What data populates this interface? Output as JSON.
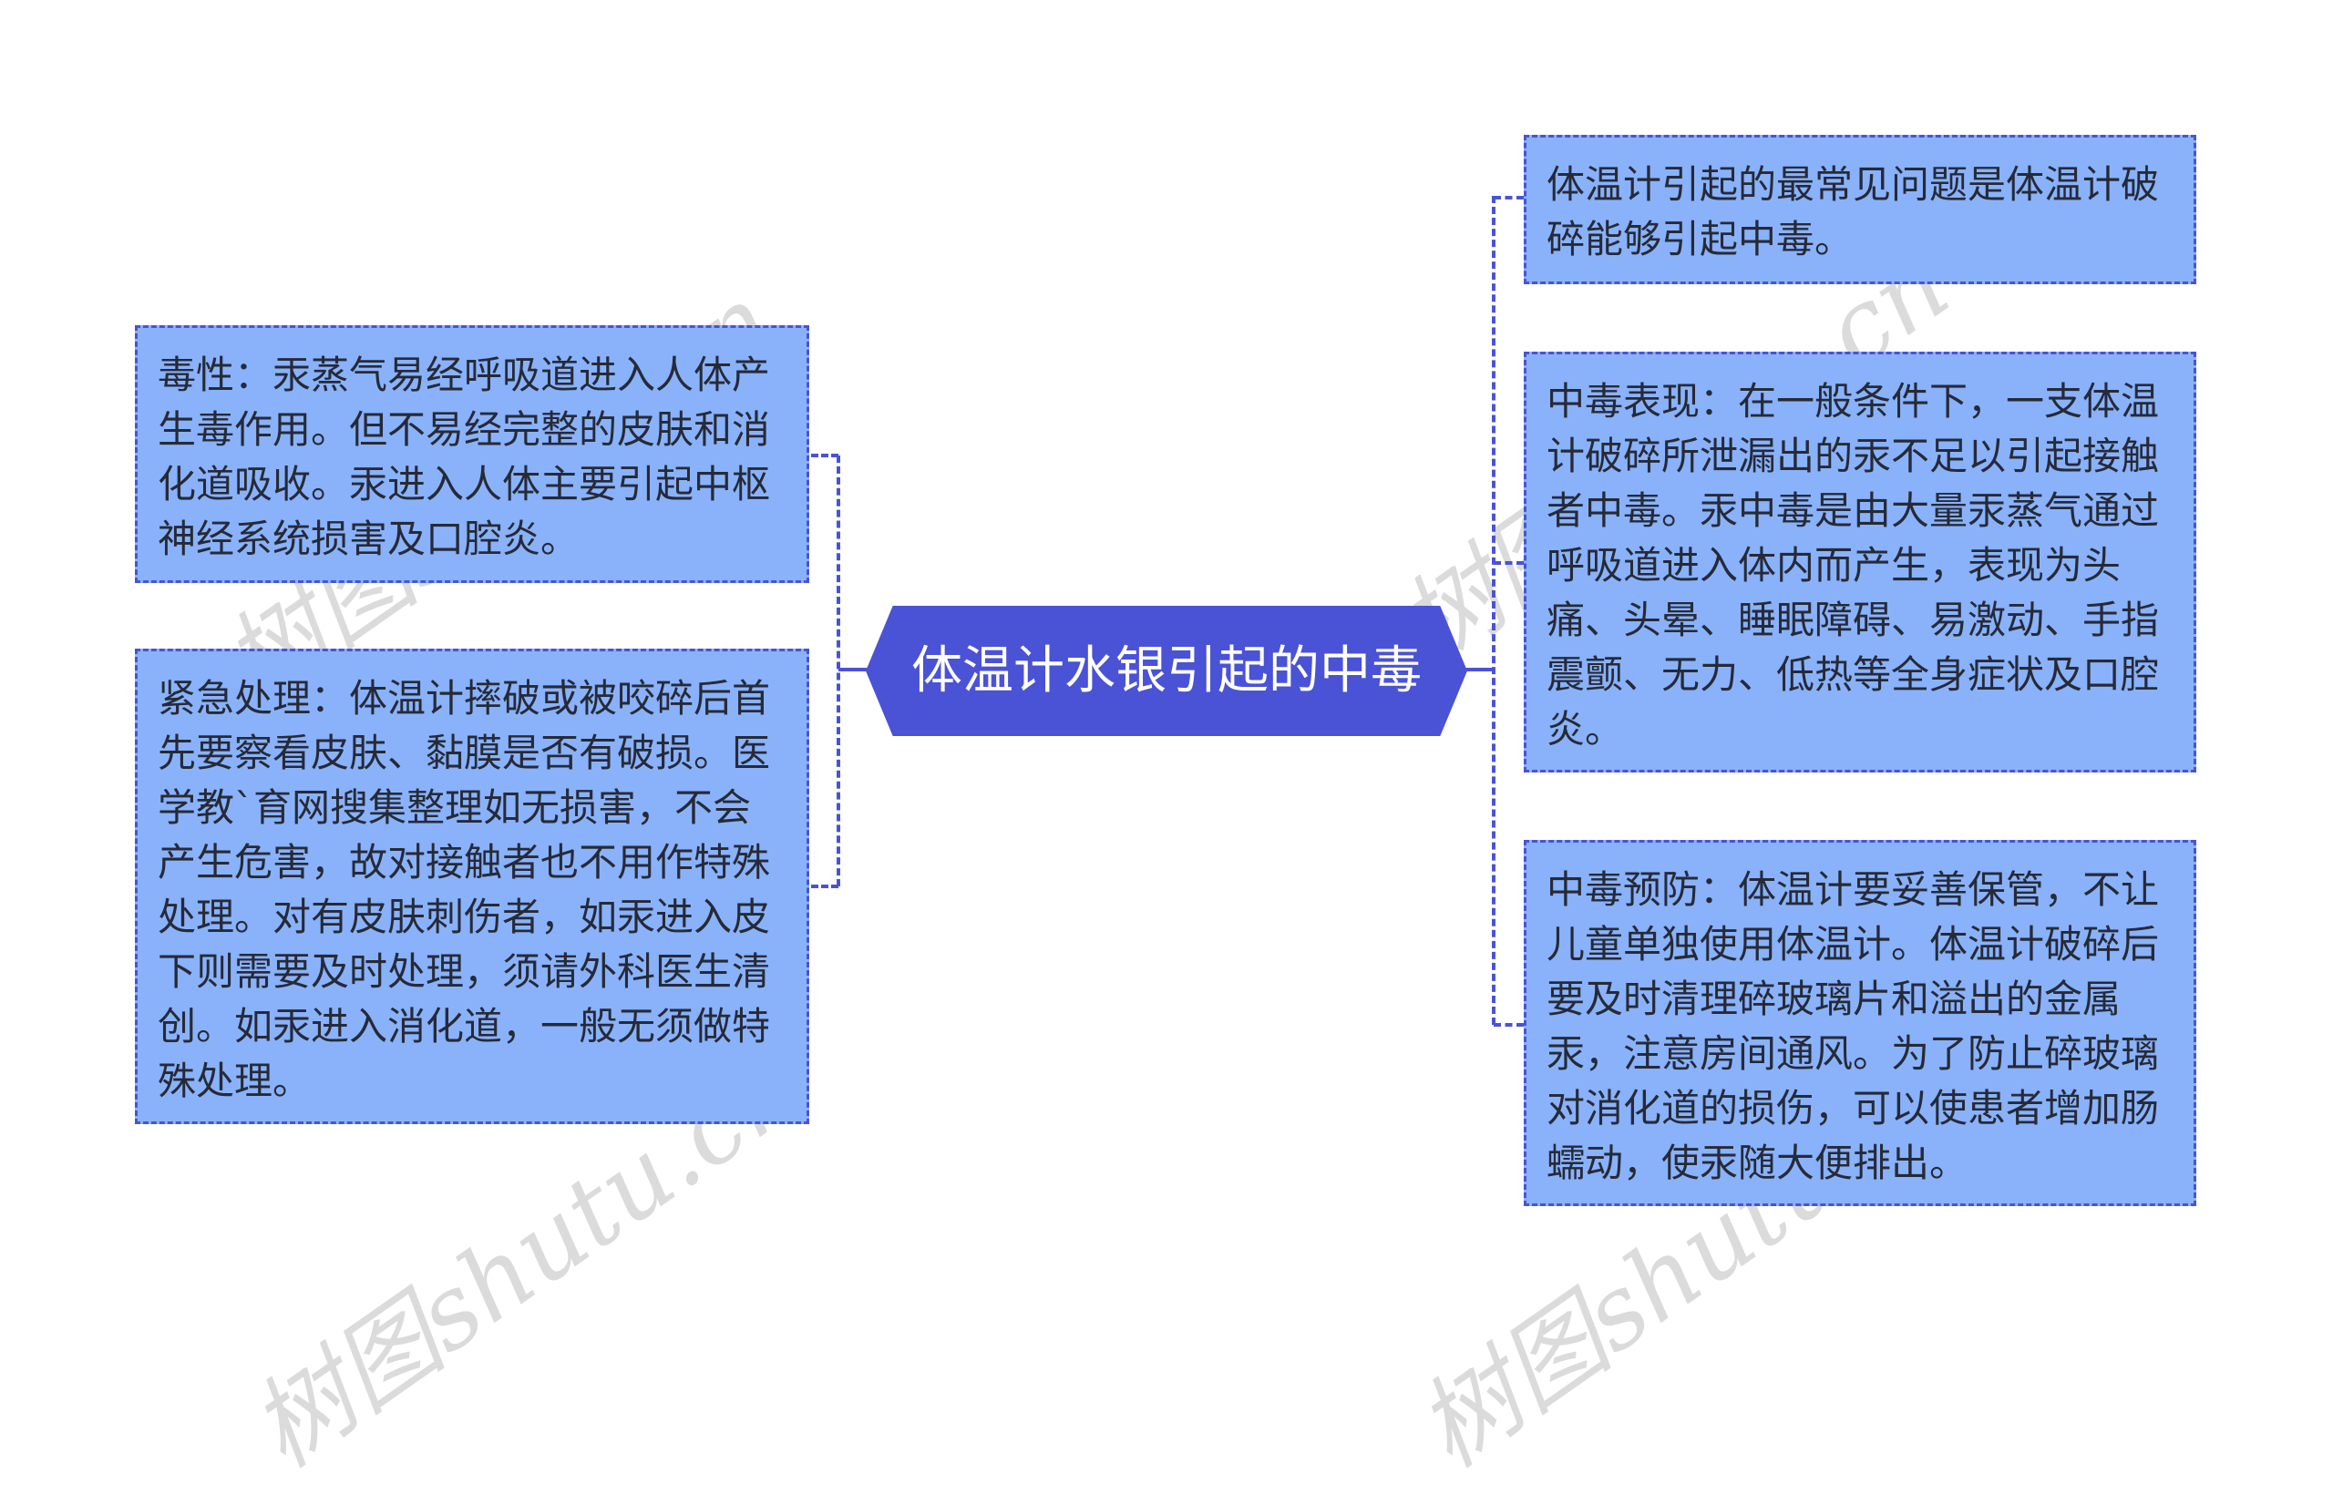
{
  "mindmap": {
    "root": {
      "label": "体温计水银引起的中毒"
    },
    "left_nodes": [
      {
        "label": "毒性：汞蒸气易经呼吸道进入人体产生毒作用。但不易经完整的皮肤和消化道吸收。汞进入人体主要引起中枢神经系统损害及口腔炎。"
      },
      {
        "label": "紧急处理：体温计摔破或被咬碎后首先要察看皮肤、黏膜是否有破损。医学教`育网搜集整理如无损害，不会产生危害，故对接触者也不用作特殊处理。对有皮肤刺伤者，如汞进入皮下则需要及时处理，须请外科医生清创。如汞进入消化道，一般无须做特殊处理。"
      }
    ],
    "right_nodes": [
      {
        "label": "体温计引起的最常见问题是体温计破碎能够引起中毒。"
      },
      {
        "label": "中毒表现：在一般条件下，一支体温计破碎所泄漏出的汞不足以引起接触者中毒。汞中毒是由大量汞蒸气通过呼吸道进入体内而产生，表现为头痛、头晕、睡眠障碍、易激动、手指震颤、无力、低热等全身症状及口腔炎。"
      },
      {
        "label": "中毒预防：体温计要妥善保管，不让儿童单独使用体温计。体温计破碎后要及时清理碎玻璃片和溢出的金属汞，注意房间通风。为了防止碎玻璃对消化道的损伤，可以使患者增加肠蠕动，使汞随大便排出。"
      }
    ]
  },
  "colors": {
    "root_fill": "#4a52d6",
    "node_fill": "#89b2fb",
    "node_border": "#4a52d6",
    "text": "#262a37",
    "background": "#ffffff"
  },
  "watermark": {
    "text": "树图shutu.cn"
  }
}
